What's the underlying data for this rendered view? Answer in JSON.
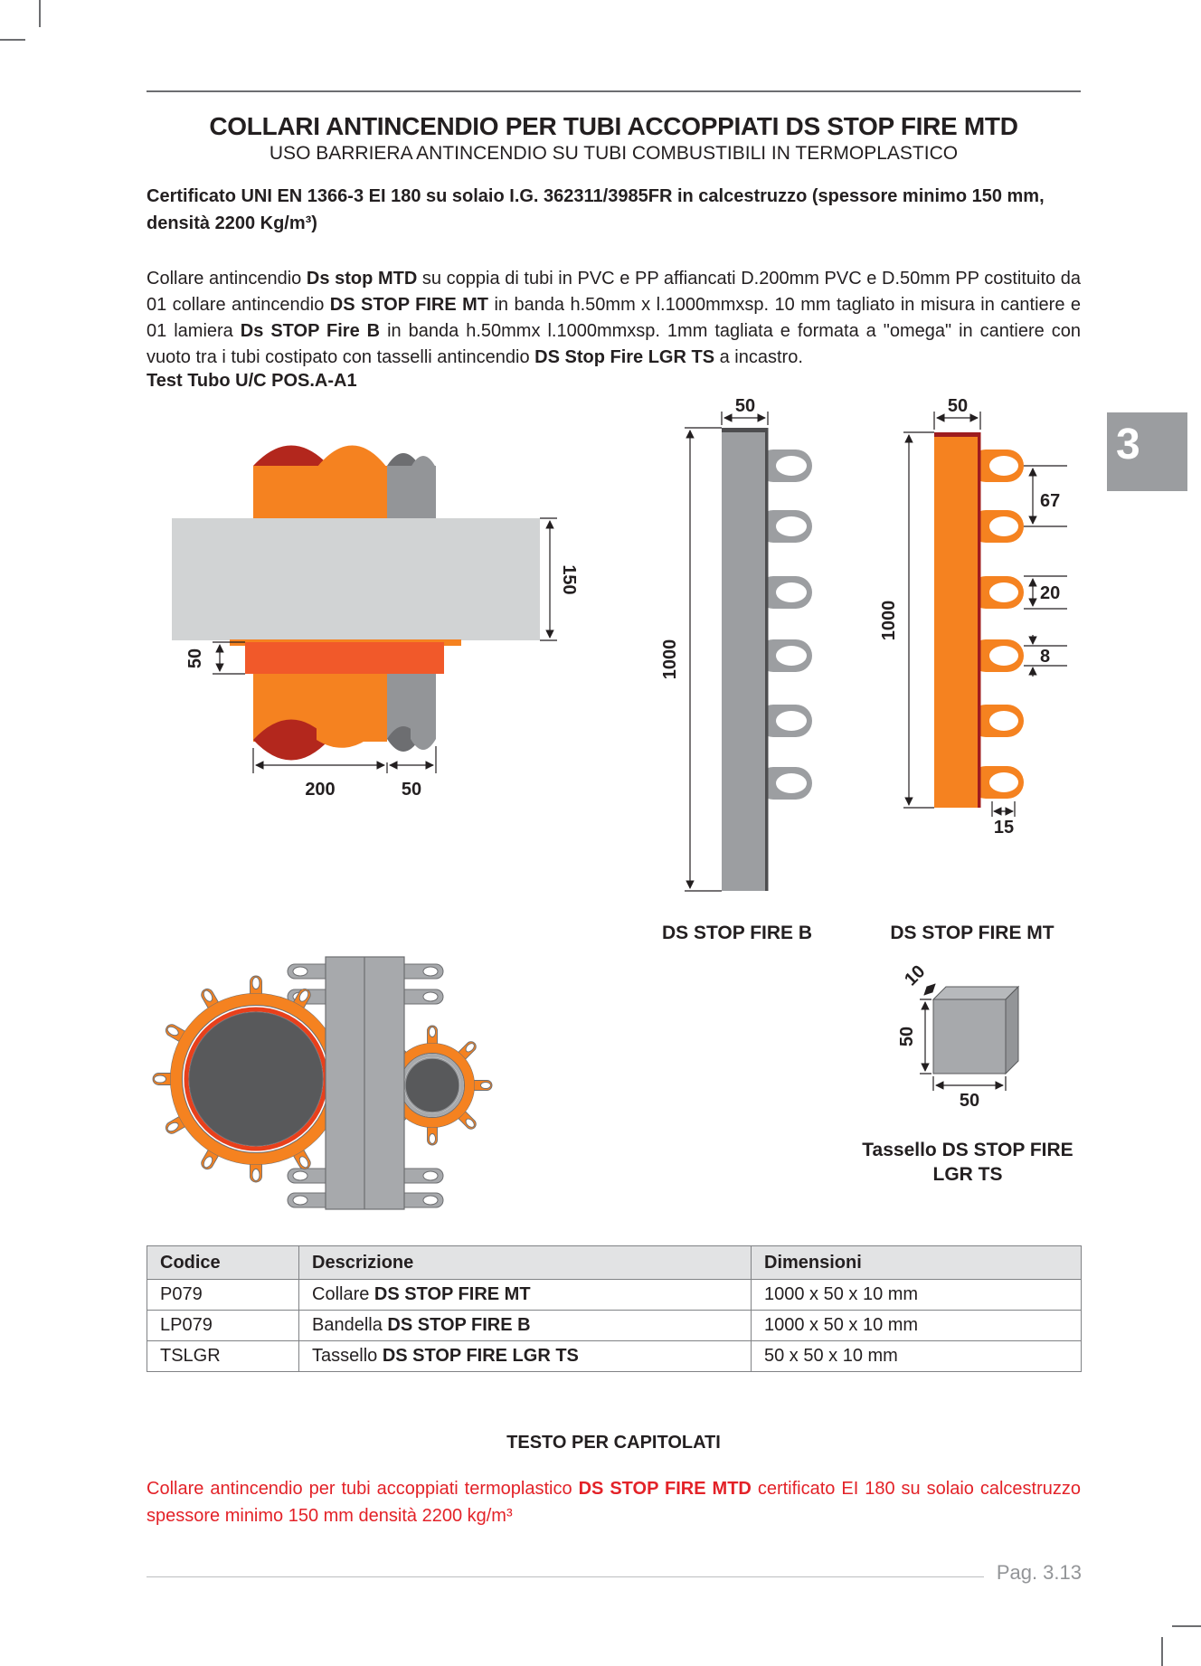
{
  "header": {
    "title": "COLLARI ANTINCENDIO PER TUBI ACCOPPIATI DS STOP FIRE MTD",
    "subtitle": "USO BARRIERA ANTINCENDIO SU TUBI COMBUSTIBILI IN TERMOPLASTICO",
    "certificate_line1": "Certificato UNI EN 1366-3 EI 180 su solaio I.G. 362311/3985FR in calcestruzzo (spessore minimo 150 mm,",
    "certificate_line2": "densità 2200 Kg/m³)"
  },
  "intro": {
    "seg1": "Collare antincendio ",
    "seg2": "Ds stop MTD",
    "seg3": " su coppia di tubi in PVC e PP affiancati D.200mm PVC e D.50mm PP costituito da 01 collare antincendio ",
    "seg4": "DS STOP FIRE MT",
    "seg5": " in banda h.50mm x l.1000mmxsp. 10 mm tagliato in misura in cantiere e 01 lamiera ",
    "seg6": "Ds STOP Fire B",
    "seg7": " in banda h.50mmx l.1000mmxsp. 1mm tagliata e formata a \"omega\" in cantiere con vuoto tra i tubi costipato con tasselli antincendio ",
    "seg8": "DS Stop Fire LGR TS",
    "seg9": " a incastro.",
    "test_line": "Test Tubo U/C POS.A-A1"
  },
  "section_tab": "3",
  "diagrams": {
    "section": {
      "dim_slab": "150",
      "dim_collar": "50",
      "dim_pipe_large": "200",
      "dim_pipe_small": "50"
    },
    "band_b": {
      "label": "DS STOP FIRE B",
      "dim_width": "50",
      "dim_length": "1000"
    },
    "band_mt": {
      "label": "DS STOP FIRE MT",
      "dim_width": "50",
      "dim_length": "1000",
      "dim_tab_spacing": "67",
      "dim_tab_height": "20",
      "dim_hole": "8",
      "dim_tab_width": "15"
    },
    "tassello": {
      "caption_line1": "Tassello DS STOP FIRE",
      "caption_line2": "LGR TS",
      "dim_depth": "10",
      "dim_height": "50",
      "dim_width": "50"
    }
  },
  "table": {
    "headers": [
      "Codice",
      "Descrizione",
      "Dimensioni"
    ],
    "rows": [
      {
        "code": "P079",
        "desc_prefix": "Collare ",
        "desc_name": "DS STOP FIRE MT",
        "dimensions": "1000 x 50 x 10 mm"
      },
      {
        "code": "LP079",
        "desc_prefix": "Bandella ",
        "desc_name": "DS STOP FIRE B",
        "dimensions": "1000 x 50 x 10 mm"
      },
      {
        "code": "TSLGR",
        "desc_prefix": "Tassello ",
        "desc_name": "DS STOP FIRE LGR TS",
        "dimensions": "50 x 50 x 10 mm"
      }
    ]
  },
  "capitolati": {
    "heading": "TESTO PER CAPITOLATI",
    "seg1": "Collare antincendio per tubi accoppiati termoplastico ",
    "seg2": "DS STOP FIRE MTD",
    "seg3": " certificato EI 180 su solaio calcestruzzo spessore minimo 150 mm densità 2200 kg/m³"
  },
  "footer": {
    "page_label": "Pag. 3.13"
  },
  "colors": {
    "pipe_orange": "#F58220",
    "pipe_dark_red": "#B3271D",
    "collar_red_orange": "#F1592A",
    "slab_gray": "#D1D3D4",
    "pipe_gray": "#939598",
    "pipe_core_gray": "#58595B",
    "band_gray": "#9C9EA1",
    "band_dark_edge": "#4D4D4F",
    "mt_dark_edge": "#9E1B1E",
    "inner_ring_red": "#E8401C",
    "section_tab_gray": "#9B9DA0",
    "spec_text_red": "#E32228"
  }
}
